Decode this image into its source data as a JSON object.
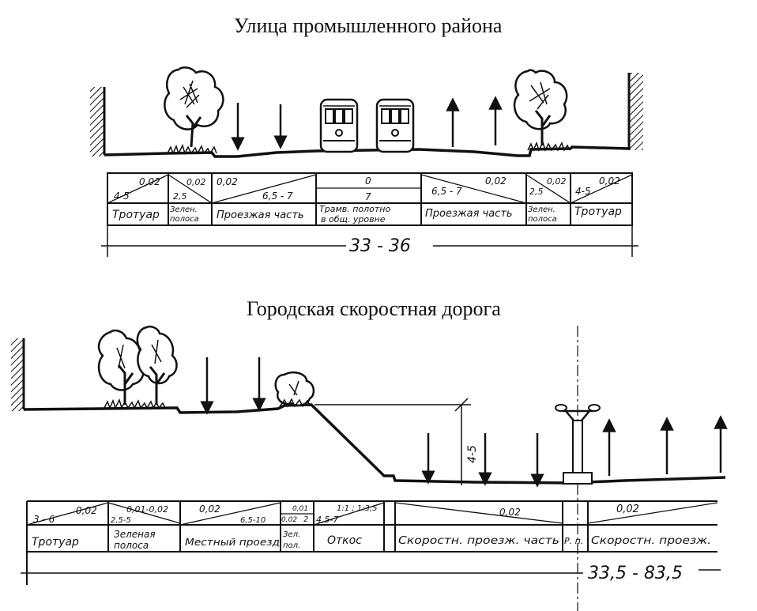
{
  "section1": {
    "title": "Улица промышленного района",
    "total_width": "33 - 36",
    "segments": [
      {
        "slope": "0,02",
        "width": "4-5",
        "name": "Тротуар"
      },
      {
        "slope": "0,02",
        "width": "2,5",
        "name_lines": [
          "Зелен.",
          "полоса"
        ]
      },
      {
        "slope": "0,02",
        "width": "6,5 - 7",
        "name": "Проезжая часть"
      },
      {
        "slope": "0",
        "width": "7",
        "name_lines": [
          "Трамв. полотно",
          "в общ. уровне"
        ]
      },
      {
        "slope": "0,02",
        "width": "6,5 - 7",
        "name": "Проезжая часть"
      },
      {
        "slope": "0,02",
        "width": "2,5",
        "name_lines": [
          "Зелен.",
          "полоса"
        ]
      },
      {
        "slope": "0,02",
        "width": "4-5",
        "name": "Тротуар"
      }
    ]
  },
  "section2": {
    "title": "Городская скоростная дорога",
    "total_width": "33,5 - 83,5",
    "height_label": "4-5",
    "segments": [
      {
        "slope": "0,02",
        "width": "3 - 6",
        "name": "Тротуар"
      },
      {
        "slope": "0,01-0,02",
        "width": "2,5-5",
        "name_lines": [
          "Зеленая",
          "полоса"
        ]
      },
      {
        "slope": "0,02",
        "width": "6,5-10",
        "name": "Местный проезд"
      },
      {
        "slope": "0,01",
        "slope2": "0,02",
        "width": "2",
        "name_lines": [
          "Зел.",
          "пол."
        ]
      },
      {
        "slope": "1:1 ; 1:3,5",
        "width": "4,5-7",
        "name": "Откос"
      },
      {
        "slope": "0,02",
        "width": "",
        "name": "Скоростн. проезж. часть"
      },
      {
        "slope": "",
        "width": "",
        "name": "Р. п."
      },
      {
        "slope": "0,02",
        "width": "",
        "name": "Скоростн. проезж."
      }
    ]
  }
}
